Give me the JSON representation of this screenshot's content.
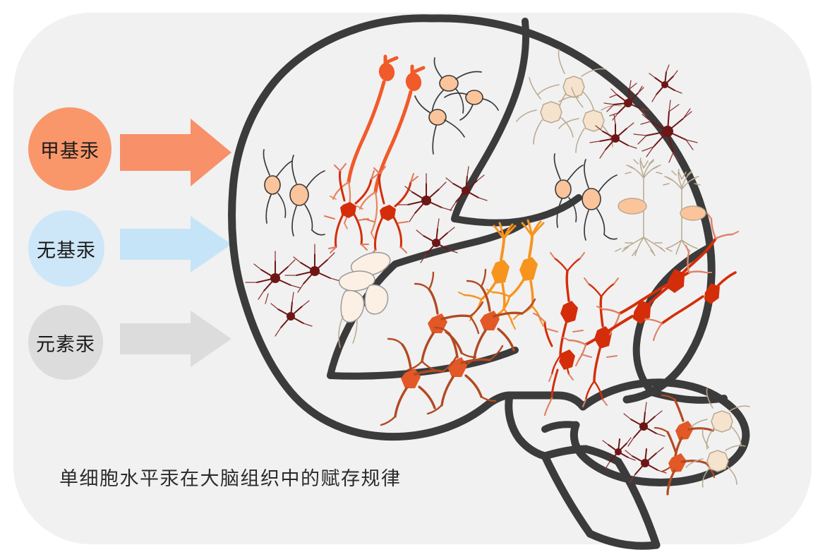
{
  "panel": {
    "background_color": "#f1f1f1",
    "page_background": "#ffffff",
    "corner_radius": "110px"
  },
  "legend": {
    "items": [
      {
        "label": "甲基汞",
        "circle_color": "#F9976B",
        "arrow_color": "#F8906A",
        "arrow_name": "methylmercury-arrow"
      },
      {
        "label": "无基汞",
        "circle_color": "#CDE7F9",
        "arrow_color": "#C5E4F7",
        "arrow_name": "inorganic-mercury-arrow"
      },
      {
        "label": "元素汞",
        "circle_color": "#DCDCDC",
        "arrow_color": "#DCDCDC",
        "arrow_name": "elemental-mercury-arrow"
      }
    ]
  },
  "caption": {
    "text": "单细胞水平汞在大脑组织中的赋存规律"
  },
  "diagram": {
    "name": "brain-schematic",
    "outline_color": "#3b3b3b",
    "outline_width": 11,
    "regions": [
      "frontal-lobe",
      "parietal-lobe",
      "temporal-lobe",
      "occipital-lobe",
      "cerebellum",
      "brainstem"
    ],
    "cell_palette": {
      "neuron_bright_orange": "#F7941E",
      "neuron_orange_red": "#F15A29",
      "neuron_red": "#D42D0A",
      "neuron_rust": "#C0471F",
      "soma_peach": "#FBC49A",
      "soma_pale_tan": "#F6E3CE",
      "microglia_maroon": "#6E1616",
      "microglia_branch": "#9C4A4A",
      "pale_outline": "#FCEFE4",
      "pale_outline_stroke": "#9a9a9a",
      "process_gray": "#3a3a3a",
      "process_tan": "#b9a98f"
    },
    "cell_groups": [
      {
        "name": "bipolar-neurons-orange",
        "region": "frontal-lobe",
        "color": "#F15A29",
        "count": 2
      },
      {
        "name": "astrocytes-peach-upper",
        "region": "frontal-lobe",
        "color": "#FBC49A",
        "count": 3
      },
      {
        "name": "astrocytes-pale-tan",
        "region": "parietal-lobe",
        "color": "#F6E3CE",
        "count": 3
      },
      {
        "name": "microglia-maroon-upper-right",
        "region": "parietal-lobe",
        "color": "#6E1616",
        "count": 4
      },
      {
        "name": "astrocytes-peach-left",
        "region": "frontal-lobe",
        "color": "#FBC49A",
        "count": 2
      },
      {
        "name": "neurons-red-starlike",
        "region": "frontal-lobe",
        "color": "#D42D0A",
        "count": 2
      },
      {
        "name": "microglia-maroon-mid",
        "region": "frontal-lobe",
        "color": "#6E1616",
        "count": 3
      },
      {
        "name": "astrocytes-peach-mid-right",
        "region": "parietal-lobe",
        "color": "#FBC49A",
        "count": 2
      },
      {
        "name": "purkinje-tree-cells",
        "region": "parietal-lobe",
        "color": "#b9a98f",
        "count": 2
      },
      {
        "name": "microglia-maroon-lower-left",
        "region": "temporal-lobe",
        "color": "#6E1616",
        "count": 3
      },
      {
        "name": "pale-outline-cells",
        "region": "temporal-lobe",
        "color": "#FCEFE4",
        "count": 3
      },
      {
        "name": "pyramidal-neurons-bright-orange",
        "region": "temporal-lobe",
        "color": "#F7941E",
        "count": 2
      },
      {
        "name": "pyramidal-neurons-rust",
        "region": "temporal-lobe",
        "color": "#C0471F",
        "count": 4
      },
      {
        "name": "neurons-red-vertical",
        "region": "temporal-lobe",
        "color": "#D42D0A",
        "count": 3
      },
      {
        "name": "neurons-red-elongated",
        "region": "temporal-lobe",
        "color": "#D42D0A",
        "count": 3
      },
      {
        "name": "microglia-cerebellum",
        "region": "cerebellum",
        "color": "#6E1616",
        "count": 3
      },
      {
        "name": "neurons-rust-cerebellum",
        "region": "cerebellum",
        "color": "#C0471F",
        "count": 2
      },
      {
        "name": "astrocytes-pale-cerebellum",
        "region": "cerebellum",
        "color": "#F6E3CE",
        "count": 2
      }
    ]
  }
}
